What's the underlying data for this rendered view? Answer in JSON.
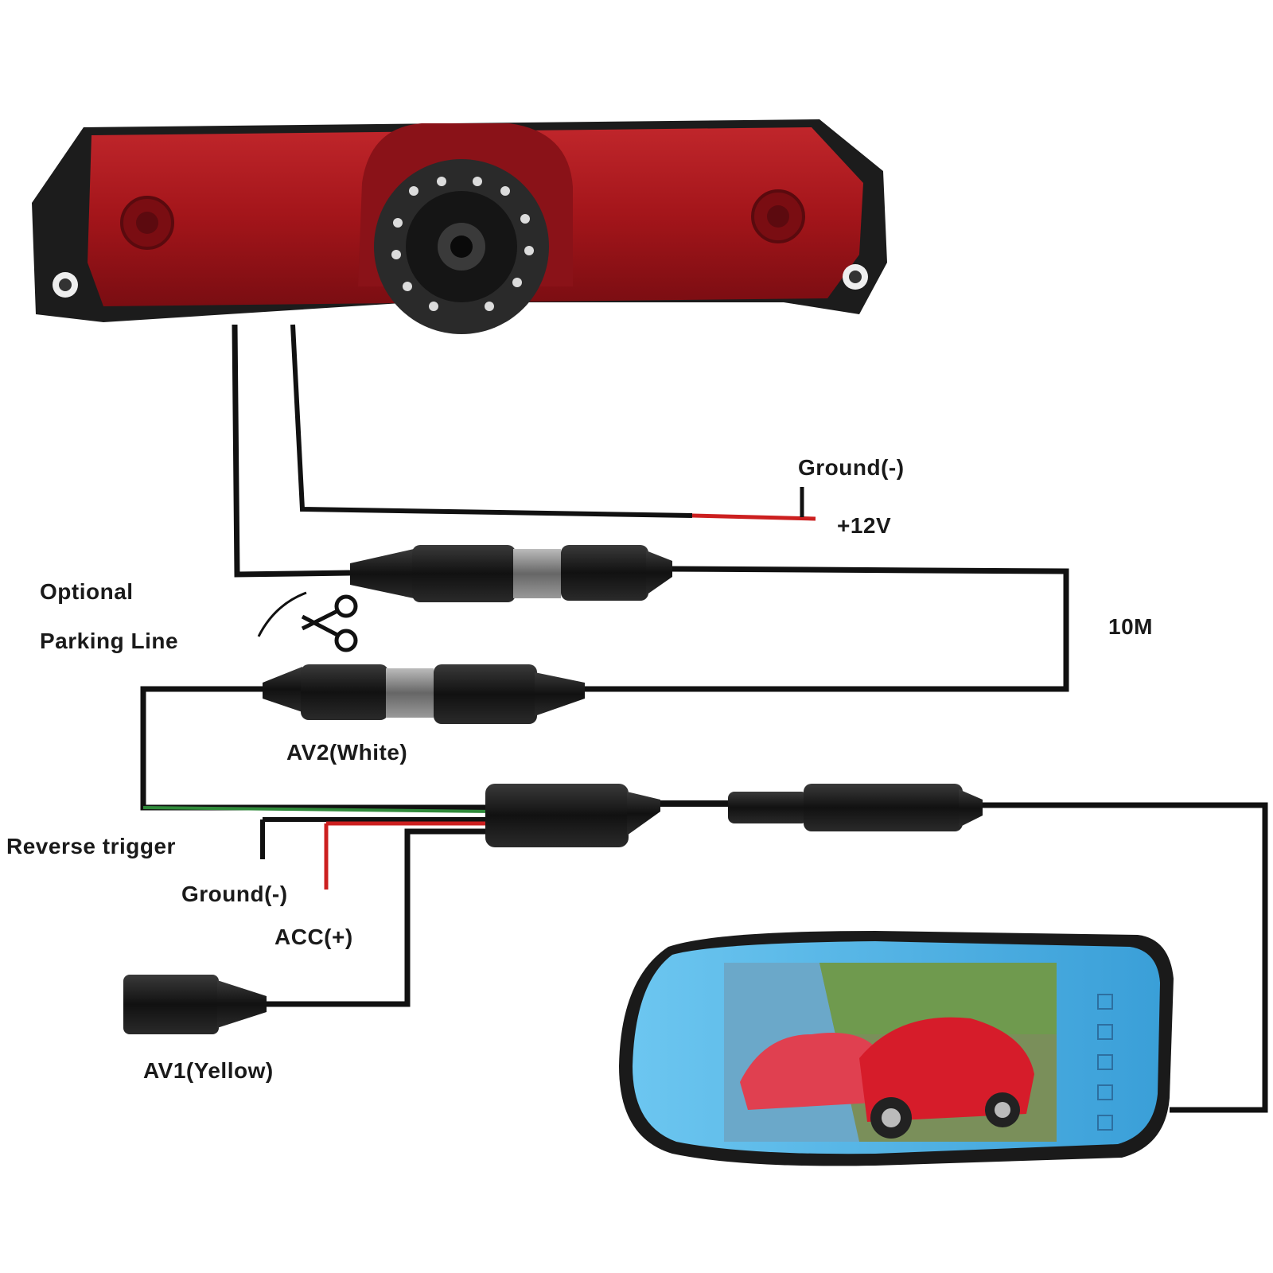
{
  "labels": {
    "ground_top": "Ground(-)",
    "plus12v": "+12V",
    "optional": "Optional",
    "parking_line": "Parking Line",
    "length": "10M",
    "av2": "AV2(White)",
    "reverse_trigger": "Reverse trigger",
    "ground_bottom": "Ground(-)",
    "acc": "ACC(+)",
    "av1": "AV1(Yellow)"
  },
  "colors": {
    "wire": "#111111",
    "power_red": "#cc1f1f",
    "trigger_green": "#2f8a3a",
    "lamp_red": "#a3151a",
    "housing": "#1c1c1c",
    "screen_blue": "#4fb3e6"
  },
  "icons": {
    "scissors": "scissors-icon",
    "camera": "brake-light-camera",
    "monitor": "rear-view-mirror-monitor"
  }
}
